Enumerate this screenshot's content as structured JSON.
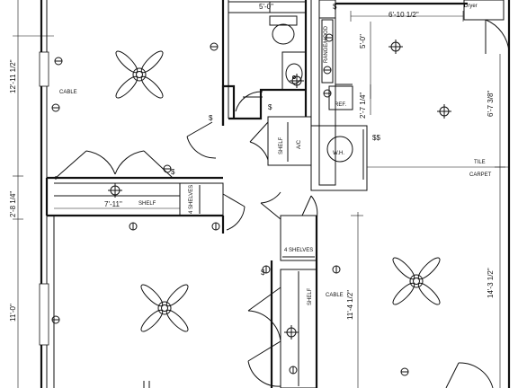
{
  "dimensions": {
    "top_bath": "5'-0\"",
    "kitchen_width": "6'-10 1/2\"",
    "kitchen_depth": "5'-0\"",
    "left_upper": "12'-11 1/2\"",
    "left_middle": "2'-8 1/4\"",
    "left_lower": "11'-0\"",
    "hall_shelf": "7'-11\"",
    "pantry_depth": "2'-7 1/4\"",
    "right_upper": "6'-7 3/8\"",
    "right_lower": "14'-3 1/2\"",
    "closet_height": "11'-4 1/2\""
  },
  "labels": {
    "dryer": "Dryer",
    "range_hood": "RANGE/HOOD",
    "ref": "REF.",
    "wh": "W.H.",
    "ac": "A/C",
    "shelf": "SHELF",
    "four_shelves": "4 SHELVES",
    "cable": "CABLE",
    "tile": "TILE",
    "carpet": "CARPET"
  }
}
